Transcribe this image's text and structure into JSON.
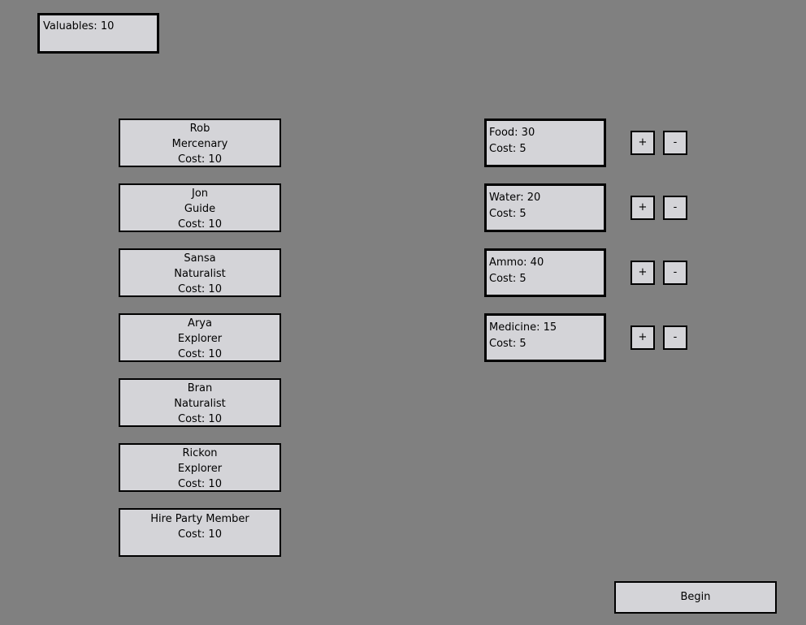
{
  "valuables_label": "Valuables: 10",
  "party": [
    {
      "name": "Rob",
      "role": "Mercenary",
      "cost": "Cost: 10"
    },
    {
      "name": "Jon",
      "role": "Guide",
      "cost": "Cost: 10"
    },
    {
      "name": "Sansa",
      "role": "Naturalist",
      "cost": "Cost: 10"
    },
    {
      "name": "Arya",
      "role": "Explorer",
      "cost": "Cost: 10"
    },
    {
      "name": "Bran",
      "role": "Naturalist",
      "cost": "Cost: 10"
    },
    {
      "name": "Rickon",
      "role": "Explorer",
      "cost": "Cost: 10"
    }
  ],
  "hire": {
    "label": "Hire Party Member",
    "cost": "Cost: 10"
  },
  "supplies": [
    {
      "label": "Food: 30",
      "cost": "Cost: 5"
    },
    {
      "label": "Water: 20",
      "cost": "Cost: 5"
    },
    {
      "label": "Ammo: 40",
      "cost": "Cost: 5"
    },
    {
      "label": "Medicine: 15",
      "cost": "Cost: 5"
    }
  ],
  "plus_label": "+",
  "minus_label": "-",
  "begin_label": "Begin"
}
